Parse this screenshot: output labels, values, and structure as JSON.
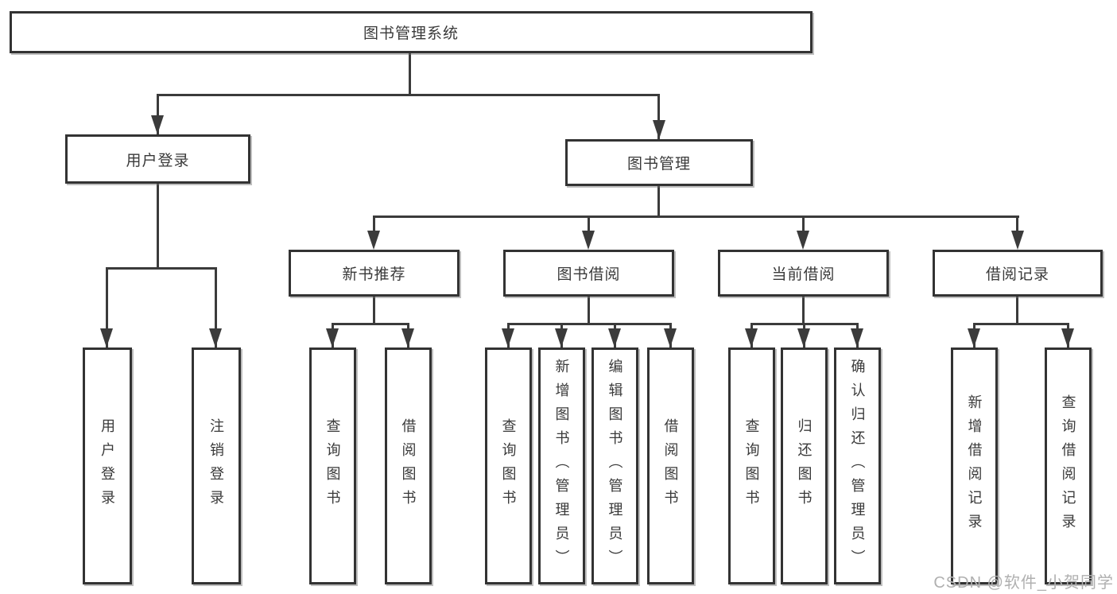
{
  "tree": {
    "root": "图书管理系统",
    "branches": [
      {
        "label": "用户登录",
        "children": [
          "用户登录",
          "注销登录"
        ]
      },
      {
        "label": "图书管理",
        "groups": [
          {
            "label": "新书推荐",
            "children": [
              "查询图书",
              "借阅图书"
            ]
          },
          {
            "label": "图书借阅",
            "children": [
              "查询图书",
              "新增图书（管理员）",
              "编辑图书（管理员）",
              "借阅图书"
            ]
          },
          {
            "label": "当前借阅",
            "children": [
              "查询图书",
              "归还图书",
              "确认归还（管理员）"
            ]
          },
          {
            "label": "借阅记录",
            "children": [
              "新增借阅记录",
              "查询借阅记录"
            ]
          }
        ]
      }
    ]
  },
  "watermark": {
    "text": "CSDN @软件_小贺同学"
  },
  "colors": {
    "line": "#3b3b3b",
    "box_border": "#333333",
    "box_fill": "#ffffff",
    "text": "#3a3a3a",
    "watermark": "#b0b0b0",
    "background": "#ffffff"
  }
}
